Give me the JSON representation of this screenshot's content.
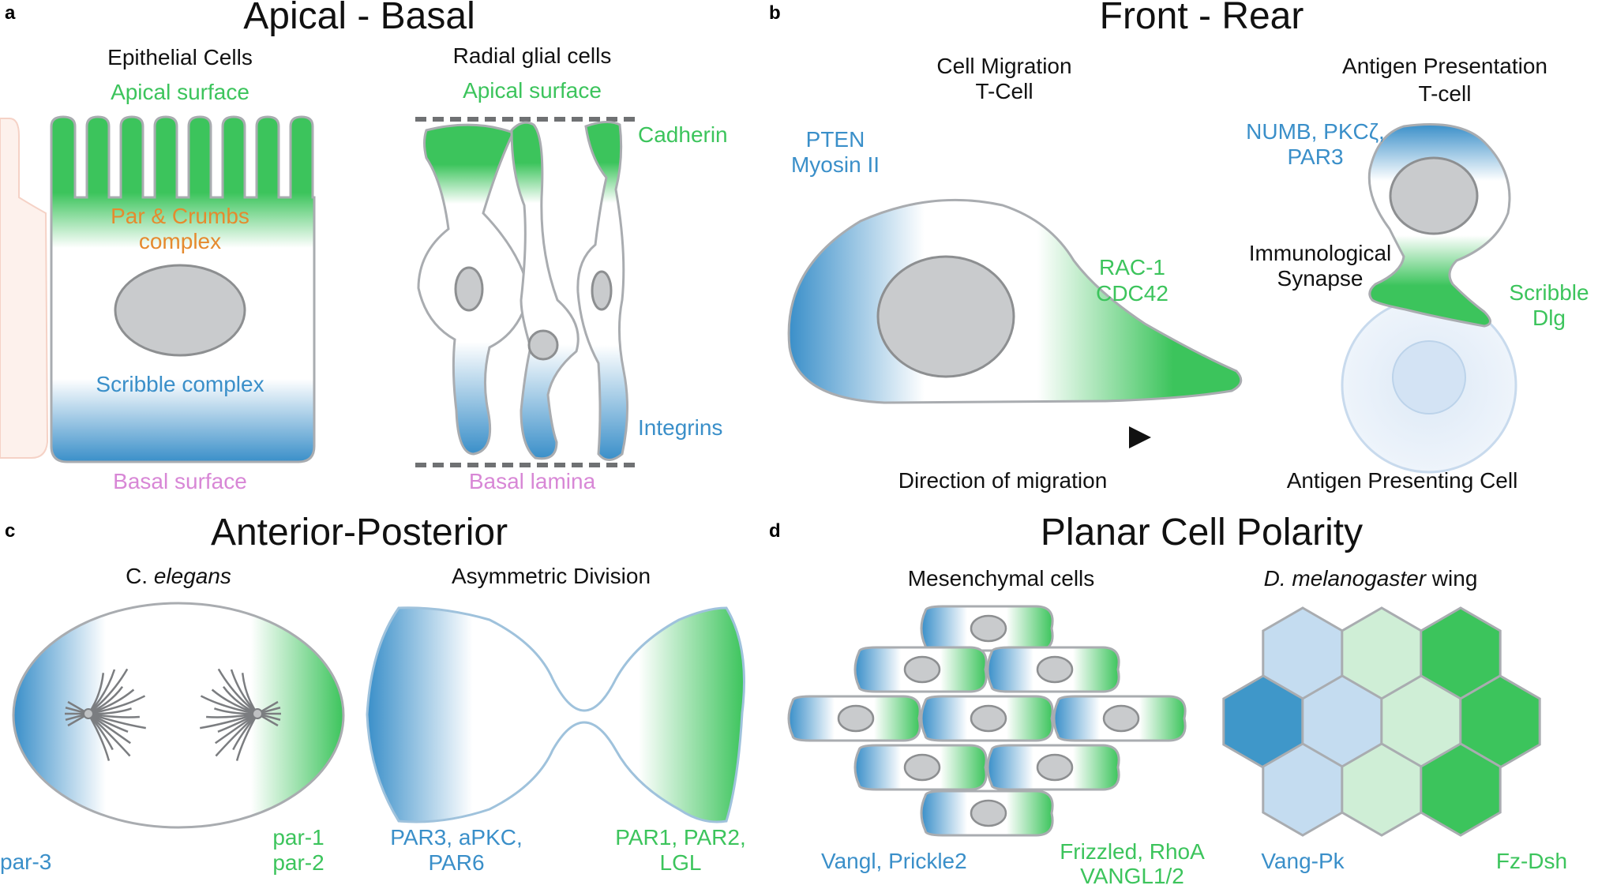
{
  "colors": {
    "blue": "#3a8fc9",
    "green": "#3cc45c",
    "orange": "#e58a2e",
    "pink": "#d887d6",
    "nucleus": "#c9cbcd"
  },
  "panel_a": {
    "letter": "a",
    "title": "Apical - Basal",
    "epithelial": {
      "title": "Epithelial Cells",
      "apical": "Apical surface",
      "par_line1": "Par & Crumbs",
      "par_line2": "complex",
      "scribble": "Scribble complex",
      "basal": "Basal surface"
    },
    "radial": {
      "title": "Radial glial cells",
      "apical": "Apical surface",
      "cadherin": "Cadherin",
      "integrins": "Integrins",
      "basal": "Basal lamina"
    }
  },
  "panel_b": {
    "letter": "b",
    "title": "Front - Rear",
    "migration": {
      "title_line1": "Cell Migration",
      "title_line2": "T-Cell",
      "pten": "PTEN",
      "myosin": "Myosin II",
      "rac": "RAC-1",
      "cdc": "CDC42",
      "direction": "Direction of migration"
    },
    "antigen": {
      "title_line1": "Antigen Presentation",
      "title_line2": "T-cell",
      "numb_line1": "NUMB, PKCζ,",
      "numb_line2": "PAR3",
      "synapse_line1": "Immunological",
      "synapse_line2": "Synapse",
      "scribble": "Scribble",
      "dlg": "Dlg",
      "apc": "Antigen Presenting Cell"
    }
  },
  "panel_c": {
    "letter": "c",
    "title": "Anterior-Posterior",
    "elegans": {
      "title_prefix": "C. ",
      "title_italic": "elegans",
      "par3": "par-3",
      "par1": "par-1",
      "par2": "par-2"
    },
    "asym": {
      "title": "Asymmetric Division",
      "left_line1": "PAR3, aPKC,",
      "left_line2": "PAR6",
      "right_line1": "PAR1, PAR2,",
      "right_line2": "LGL"
    }
  },
  "panel_d": {
    "letter": "d",
    "title": "Planar Cell Polarity",
    "mesen": {
      "title": "Mesenchymal cells",
      "left": "Vangl, Prickle2",
      "right_line1": "Frizzled, RhoA",
      "right_line2": "VANGL1/2"
    },
    "wing": {
      "title_italic": "D. melanogaster",
      "title_suffix": " wing",
      "left": "Vang-Pk",
      "right": "Fz-Dsh"
    }
  }
}
